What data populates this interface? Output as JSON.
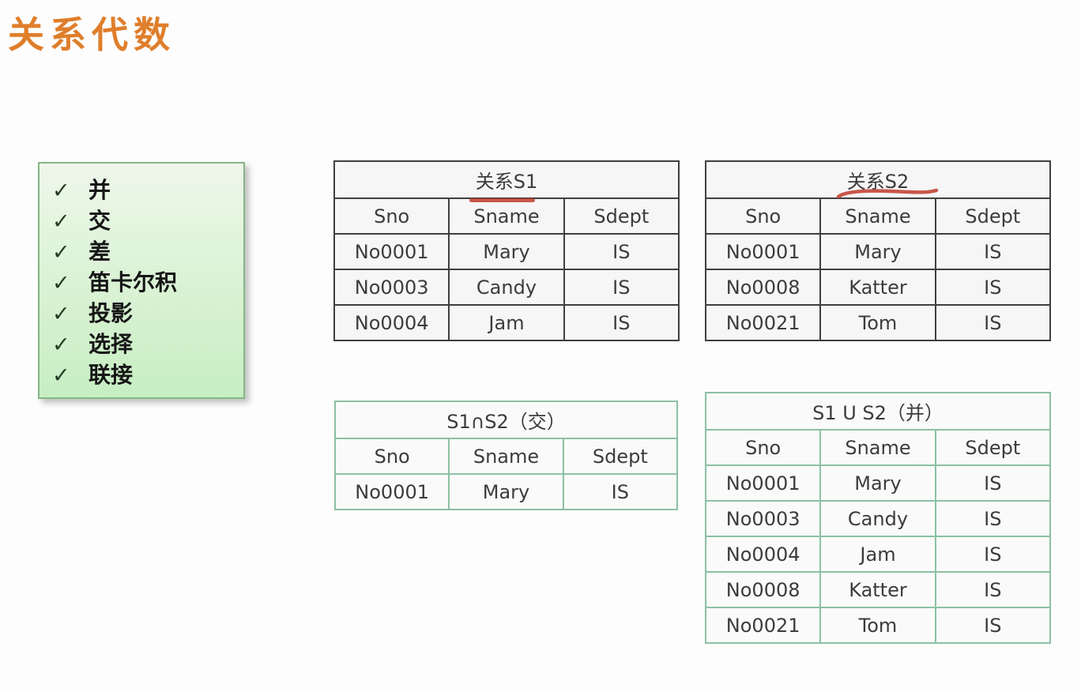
{
  "slide": {
    "title": "关系代数"
  },
  "operations": {
    "check_glyph": "✓",
    "items": [
      {
        "label": "并"
      },
      {
        "label": "交"
      },
      {
        "label": "差"
      },
      {
        "label": "笛卡尔积"
      },
      {
        "label": "投影"
      },
      {
        "label": "选择"
      },
      {
        "label": "联接"
      }
    ]
  },
  "tables": {
    "s1": {
      "title": "关系S1",
      "columns": [
        "Sno",
        "Sname",
        "Sdept"
      ],
      "rows": [
        [
          "No0001",
          "Mary",
          "IS"
        ],
        [
          "No0003",
          "Candy",
          "IS"
        ],
        [
          "No0004",
          "Jam",
          "IS"
        ]
      ]
    },
    "s2": {
      "title": "关系S2",
      "columns": [
        "Sno",
        "Sname",
        "Sdept"
      ],
      "rows": [
        [
          "No0001",
          "Mary",
          "IS"
        ],
        [
          "No0008",
          "Katter",
          "IS"
        ],
        [
          "No0021",
          "Tom",
          "IS"
        ]
      ]
    },
    "intersection": {
      "title": "S1∩S2（交）",
      "columns": [
        "Sno",
        "Sname",
        "Sdept"
      ],
      "rows": [
        [
          "No0001",
          "Mary",
          "IS"
        ]
      ]
    },
    "union": {
      "title": "S1 U S2（并）",
      "columns": [
        "Sno",
        "Sname",
        "Sdept"
      ],
      "rows": [
        [
          "No0001",
          "Mary",
          "IS"
        ],
        [
          "No0003",
          "Candy",
          "IS"
        ],
        [
          "No0004",
          "Jam",
          "IS"
        ],
        [
          "No0008",
          "Katter",
          "IS"
        ],
        [
          "No0021",
          "Tom",
          "IS"
        ]
      ]
    }
  },
  "colors": {
    "accent_orange": "#df7e2b",
    "panel_border_green": "#85b585",
    "table_border_dark": "#3f3f3f",
    "table_border_green": "#8cc0a4",
    "annotation_red": "#c0392b"
  }
}
